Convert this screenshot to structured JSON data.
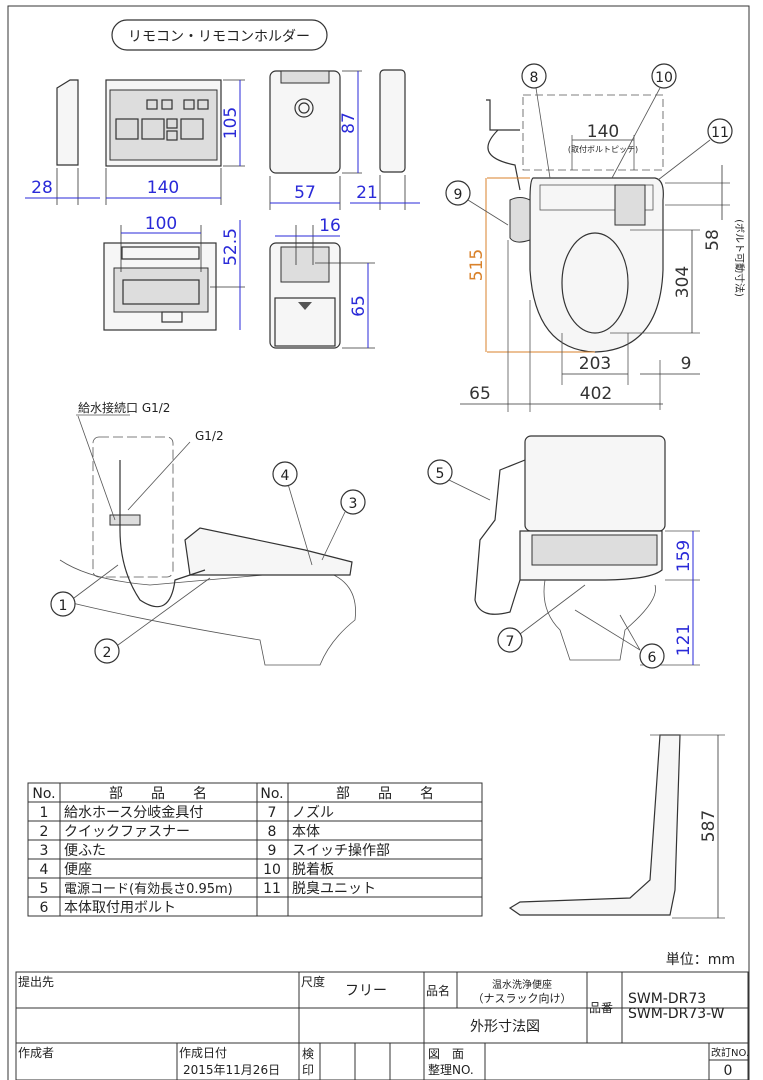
{
  "title_label": "リモコン・リモコンホルダー",
  "remote_dims": {
    "side_depth": "28",
    "width": "140",
    "height": "105",
    "holder_width": "57",
    "holder_height": "87",
    "holder_depth": "21",
    "back_width": "100",
    "back_height": "52.5",
    "holder_pitch": "16",
    "holder_lower": "65"
  },
  "top_view": {
    "depth": "515",
    "bolt_pitch": "140",
    "bolt_pitch_note": "(取付ボルトピッチ)",
    "bolt_adjust": "58",
    "bolt_adjust_note": "(ボルト可動寸法)",
    "opening_len": "304",
    "opening_width": "203",
    "offset_right": "9",
    "offset_left": "65",
    "width": "402"
  },
  "side_view": {
    "inlet_label": "給水接続口 G1/2",
    "g_label": "G1/2"
  },
  "rear_view": {
    "seat_height": "159",
    "lower": "121"
  },
  "profile_view": {
    "height": "587"
  },
  "callouts": [
    "1",
    "2",
    "3",
    "4",
    "5",
    "6",
    "7",
    "8",
    "9",
    "10",
    "11"
  ],
  "parts_table": {
    "headers": {
      "no": "No.",
      "name": "部　　品　　名"
    },
    "left": [
      {
        "no": "1",
        "name": "給水ホース分岐金具付"
      },
      {
        "no": "2",
        "name": "クイックファスナー"
      },
      {
        "no": "3",
        "name": "便ふた"
      },
      {
        "no": "4",
        "name": "便座"
      },
      {
        "no": "5",
        "name": "電源コード(有効長さ0.95m)"
      },
      {
        "no": "6",
        "name": "本体取付用ボルト"
      }
    ],
    "right": [
      {
        "no": "7",
        "name": "ノズル"
      },
      {
        "no": "8",
        "name": "本体"
      },
      {
        "no": "9",
        "name": "スイッチ操作部"
      },
      {
        "no": "10",
        "name": "脱着板"
      },
      {
        "no": "11",
        "name": "脱臭ユニット"
      }
    ]
  },
  "unit_label": "単位：mm",
  "title_block": {
    "submit_to_label": "提出先",
    "scale_label": "尺度",
    "scale_value": "フリー",
    "product_name_label": "品名",
    "product_name_1": "温水洗浄便座",
    "product_name_2": "（ナスラック向け）",
    "drawing_title": "外形寸法図",
    "product_no_label": "品番",
    "product_no_1": "SWM-DR73",
    "product_no_2": "SWM-DR73-W",
    "author_label": "作成者",
    "date_label": "作成日付",
    "date_value": "2015年11月26日",
    "inspect_label_1": "検",
    "inspect_label_2": "印",
    "drawing_no_label_1": "図　面",
    "drawing_no_label_2": "整理NO.",
    "rev_label": "改訂NO.",
    "rev_value": "0"
  },
  "colors": {
    "dimension": "#2a2ad8",
    "highlight": "#d9822b"
  }
}
